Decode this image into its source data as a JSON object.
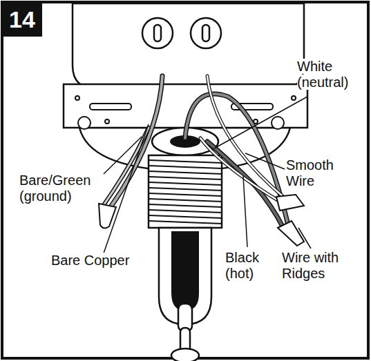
{
  "diagram": {
    "nodes": [
      {
        "text": [
          "14"
        ]
      }
    ],
    "labels": [
      "White (neutral)",
      "Smooth Wire",
      "Bare/Green (ground)",
      "Bare Copper",
      "Black (hot)",
      "Wire with Ridges"
    ]
  }
}
